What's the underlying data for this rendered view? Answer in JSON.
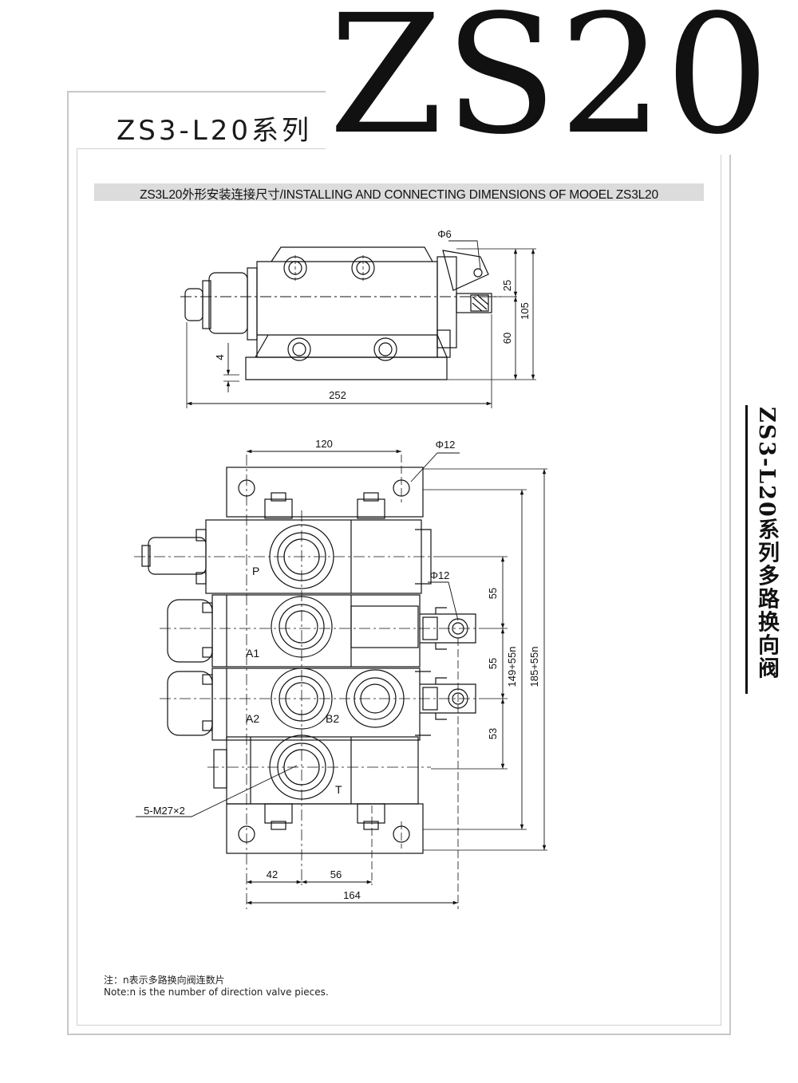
{
  "header": {
    "series_title": "ZS3-L20系列",
    "model_big": "ZS20",
    "subtitle": "ZS3L20外形安装连接尺寸/INSTALLING AND CONNECTING DIMENSIONS OF MOOEL ZS3L20",
    "side_title": "ZS3-L20系列多路换向阀"
  },
  "top_view": {
    "dim_phi6": "Φ6",
    "dim_25": "25",
    "dim_105": "105",
    "dim_60": "60",
    "dim_4": "4",
    "dim_252": "252"
  },
  "front_view": {
    "dim_120": "120",
    "dim_phi12_top": "Φ12",
    "dim_phi12_side": "Φ12",
    "dim_55_a": "55",
    "dim_55_b": "55",
    "dim_53": "53",
    "dim_149": "149+55n",
    "dim_185": "185+55n",
    "dim_thread": "5-M27×2",
    "dim_42": "42",
    "dim_56": "56",
    "dim_164": "164",
    "port_p": "P",
    "port_a1": "A1",
    "port_a2": "A2",
    "port_b2": "B2",
    "port_t": "T"
  },
  "note": {
    "line_cn": "注：n表示多路换向阀连数片",
    "line_en": "Note:n is the number of direction valve pieces."
  }
}
